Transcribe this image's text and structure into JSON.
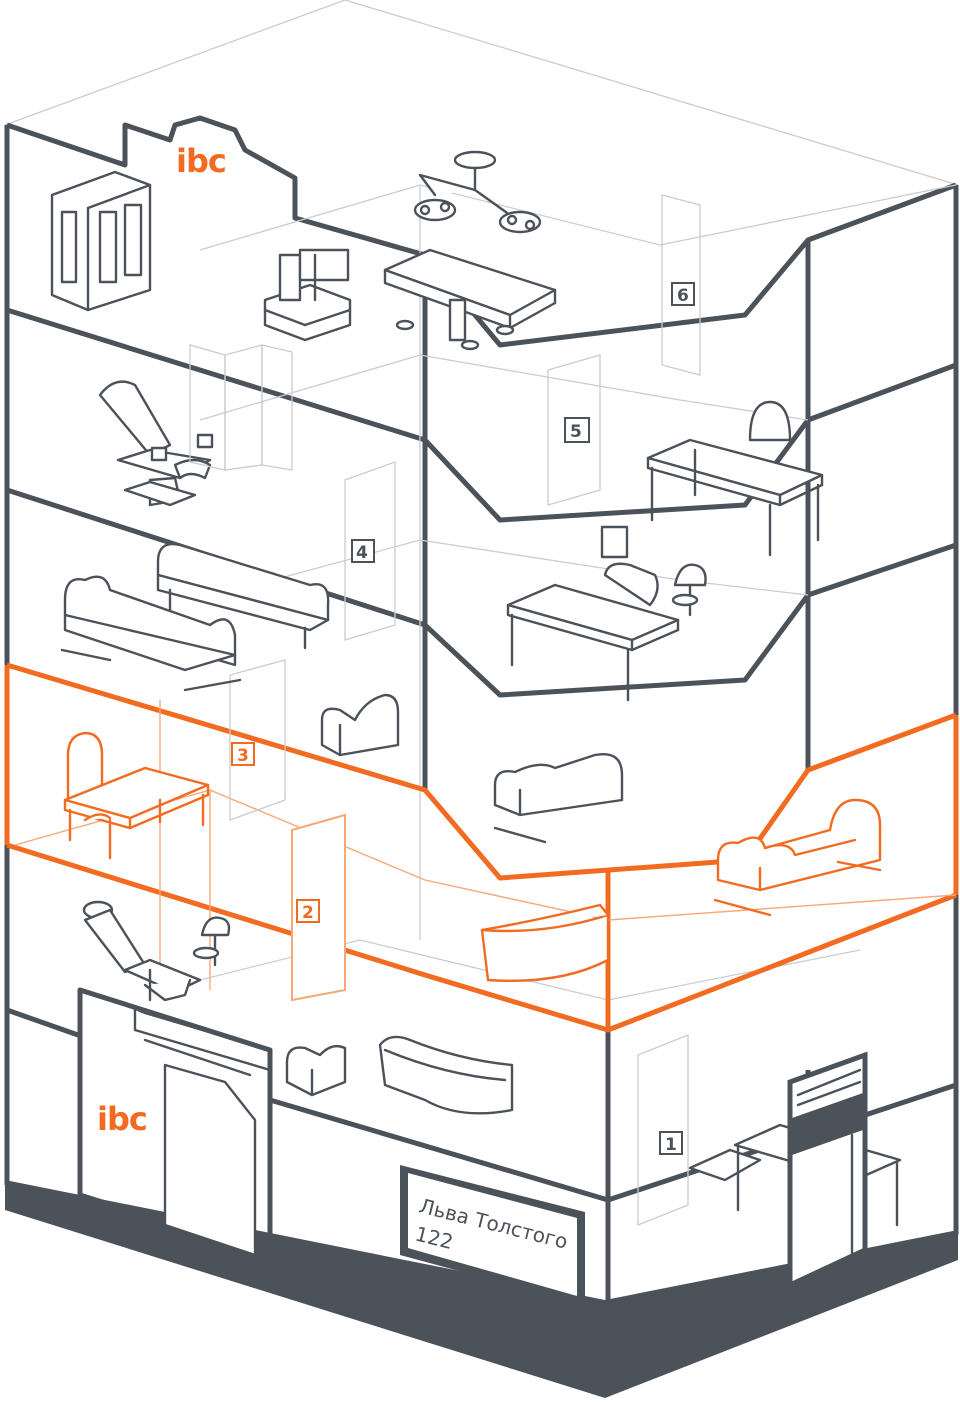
{
  "brand": {
    "logo_text": "ibc",
    "accent_color": "#f26b21",
    "line_color": "#4b525a"
  },
  "street_sign": {
    "line1": "Льва Толстого",
    "line2": "122"
  },
  "floors": [
    {
      "number": "1",
      "highlighted": false
    },
    {
      "number": "2",
      "highlighted": false
    },
    {
      "number": "3",
      "highlighted": true
    },
    {
      "number": "4",
      "highlighted": false
    },
    {
      "number": "5",
      "highlighted": false
    },
    {
      "number": "6",
      "highlighted": false
    }
  ]
}
